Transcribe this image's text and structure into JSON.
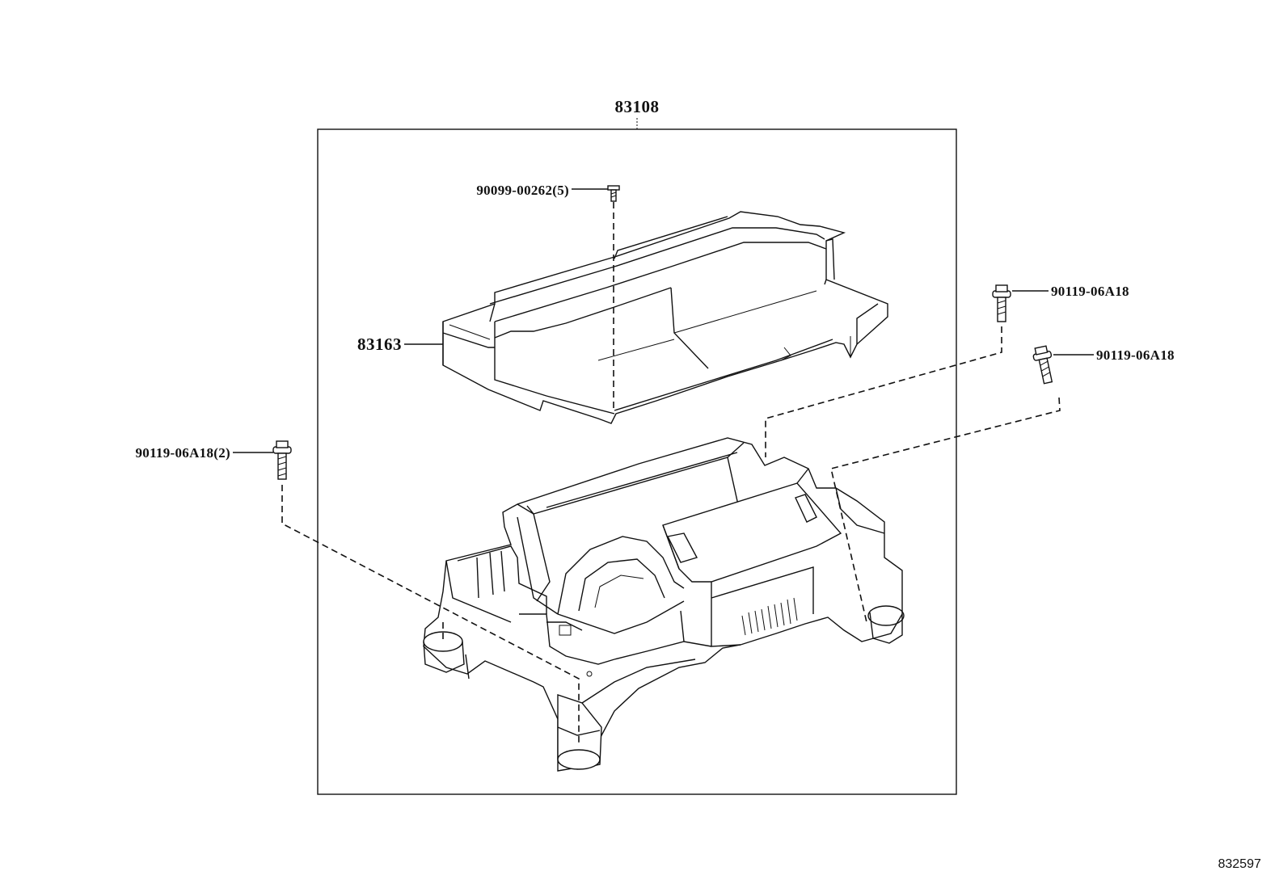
{
  "assembly": {
    "part_number": "83108"
  },
  "parts": {
    "cover": {
      "part_number": "83163"
    },
    "screw_top": {
      "part_number": "90099-00262(5)"
    },
    "bolt_left": {
      "part_number": "90119-06A18(2)"
    },
    "bolt_right_upper": {
      "part_number": "90119-06A18"
    },
    "bolt_right_lower": {
      "part_number": "90119-06A18"
    }
  },
  "diagram_id": "832597"
}
